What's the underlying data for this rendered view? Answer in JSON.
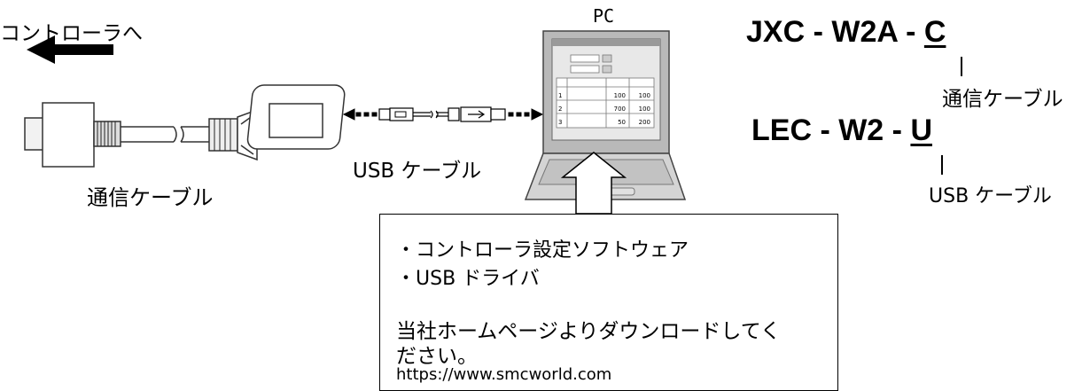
{
  "labels": {
    "to_controller": "コントローラへ",
    "comm_cable": "通信ケーブル",
    "usb_cable": "USB ケーブル",
    "pc": "PC"
  },
  "model_codes": {
    "jxc": {
      "prefix": "JXC - W2A - ",
      "suffix": "C",
      "suffix_label": "通信ケーブル"
    },
    "lec": {
      "prefix": "LEC - W2 - ",
      "suffix": "U",
      "suffix_label": "USB ケーブル"
    }
  },
  "software_box": {
    "items": [
      "・コントローラ設定ソフトウェア",
      "・USB ドライバ"
    ],
    "note_line1": "当社ホームページよりダウンロードしてく",
    "note_line2": "ださい。",
    "url": "https://www.smcworld.com"
  },
  "pc_screen": {
    "rows": [
      [
        "1",
        "100",
        "100"
      ],
      [
        "2",
        "700",
        "100"
      ],
      [
        "3",
        "50",
        "200"
      ]
    ]
  }
}
